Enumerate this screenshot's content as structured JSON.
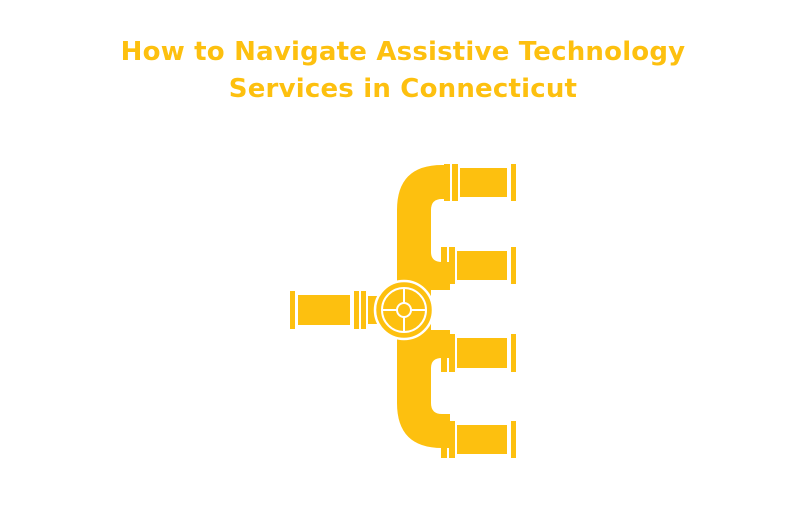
{
  "title": {
    "line1": "How to Navigate Assistive Technology",
    "line2": "Services in Connecticut",
    "color": "#FDC00F"
  },
  "diagram": {
    "type": "pipeline-branch",
    "pipe_color": "#FDC00F",
    "background": "#FFFFFF",
    "icon": "pipe-valve-icon",
    "input_label": "",
    "outputs": [
      {
        "label": ""
      },
      {
        "label": ""
      },
      {
        "label": ""
      },
      {
        "label": ""
      }
    ]
  }
}
